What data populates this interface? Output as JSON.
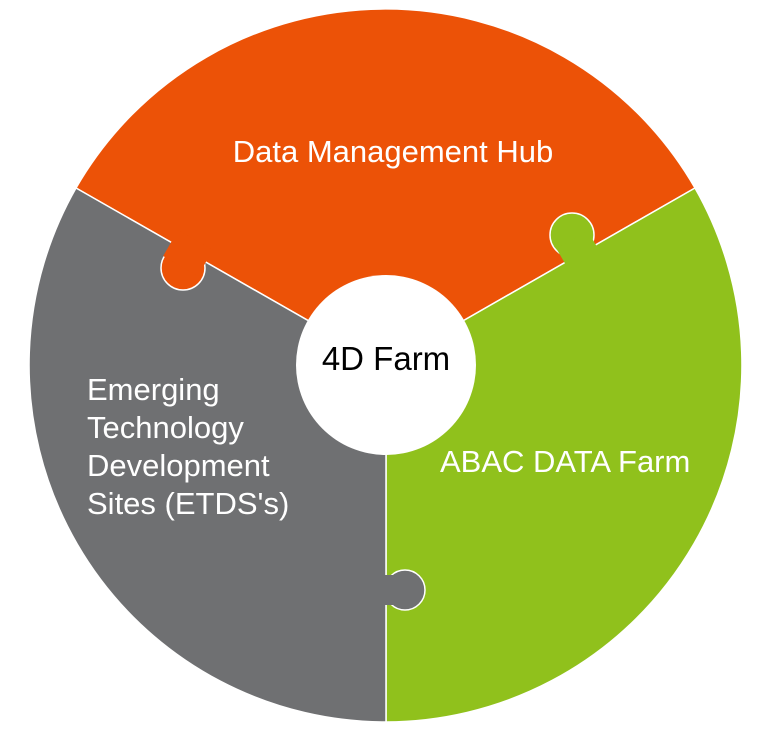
{
  "center": {
    "label": "4D Farm"
  },
  "segments": [
    {
      "label": "Data Management Hub",
      "color": "#EC5207"
    },
    {
      "label": "ABAC DATA Farm",
      "color": "#90C11C"
    },
    {
      "label_lines": [
        "Emerging",
        "Technology",
        "Development",
        "Sites (ETDS's)"
      ],
      "color": "#6F7072"
    }
  ]
}
